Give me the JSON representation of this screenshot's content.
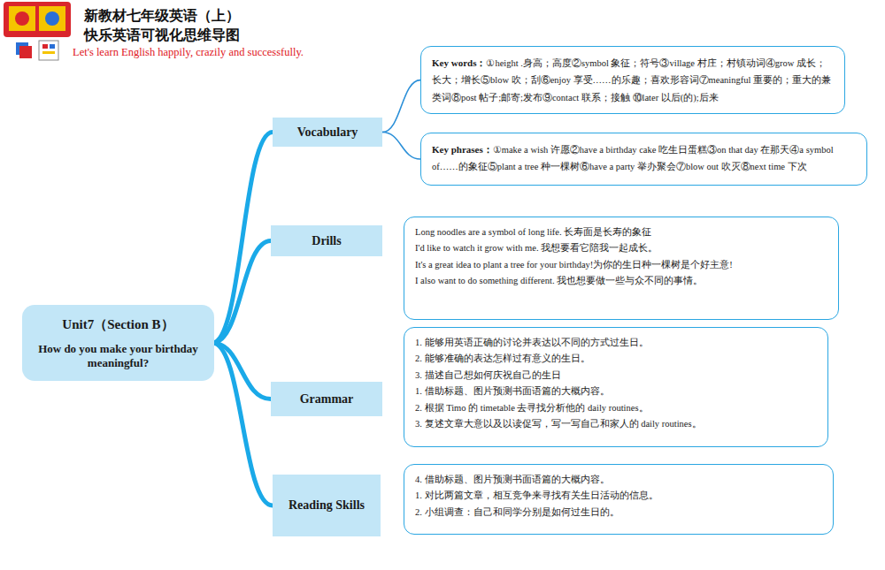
{
  "diagram": {
    "title": "新教材七年级英语（上）",
    "nodes": [
      {
        "text": [
          "Unit7（Section B）",
          "How do you make your birthday meaningful?"
        ]
      },
      {
        "text": [
          "Vocabulary"
        ]
      },
      {
        "text": [
          "Key words：",
          "①height .身高；高度②symbol 象征；符号③village 村庄；村镇动词④grow 成长；长大；增长⑤blow 吹；刮⑥enjoy 享受……的乐趣；喜欢形容词⑦meaningful 重要的；重大的兼类词⑧post 帖子;邮寄;发布⑨contact 联系；接触 ⑩later 以后(的);后来"
        ]
      },
      {
        "text": [
          "Key phrases：",
          "①make a wish 许愿②have a birthday cake 吃生日蛋糕③on that day 在那天④a symbol of……的象征⑤plant a tree 种一棵树⑥have a party 举办聚会⑦blow out 吹灭⑧next time 下次"
        ]
      },
      {
        "text": [
          "Drills"
        ]
      },
      {
        "text": [
          "Long noodles are a symbol of long life. 长寿面是长寿的象征",
          "I'd like to watch it grow with me. 我想要看它陪我一起成长。",
          "It's a great idea to plant a tree for your birthday!为你的生日种一棵树是个好主意!",
          "I also want to do something different. 我也想要做一些与众不同的事情。"
        ]
      },
      {
        "text": [
          "Grammar"
        ]
      },
      {
        "text": [
          "1. 能够用英语正确的讨论并表达以不同的方式过生日。",
          "2. 能够准确的表达怎样过有意义的生日。",
          "3. 描述自己想如何庆祝自己的生日",
          "1. 借助标题、图片预测书面语篇的大概内容。",
          "2. 根据 Timo 的 timetable 去寻找分析他的 daily routines。",
          "3. 复述文章大意以及以读促写，写一写自己和家人的 daily routines。"
        ]
      },
      {
        "text": [
          "Reading Skills"
        ]
      },
      {
        "text": [
          "4. 借助标题、图片预测书面语篇的大概内容。",
          "1. 对比两篇文章，相互竞争来寻找有关生日活动的信息。",
          "2. 小组调查：自己和同学分别是如何过生日的。"
        ]
      }
    ],
    "edges": [
      {
        "from": 0,
        "to": 1,
        "arrow": "none"
      },
      {
        "from": 0,
        "to": 4,
        "arrow": "none"
      },
      {
        "from": 0,
        "to": 6,
        "arrow": "none"
      },
      {
        "from": 0,
        "to": 8,
        "arrow": "none"
      },
      {
        "from": 1,
        "to": 2,
        "arrow": "none"
      },
      {
        "from": 1,
        "to": 3,
        "arrow": "none"
      }
    ],
    "labels": [
      "快乐英语可视化思维导图",
      "Let's learn English happily, crazily and successfully."
    ]
  }
}
